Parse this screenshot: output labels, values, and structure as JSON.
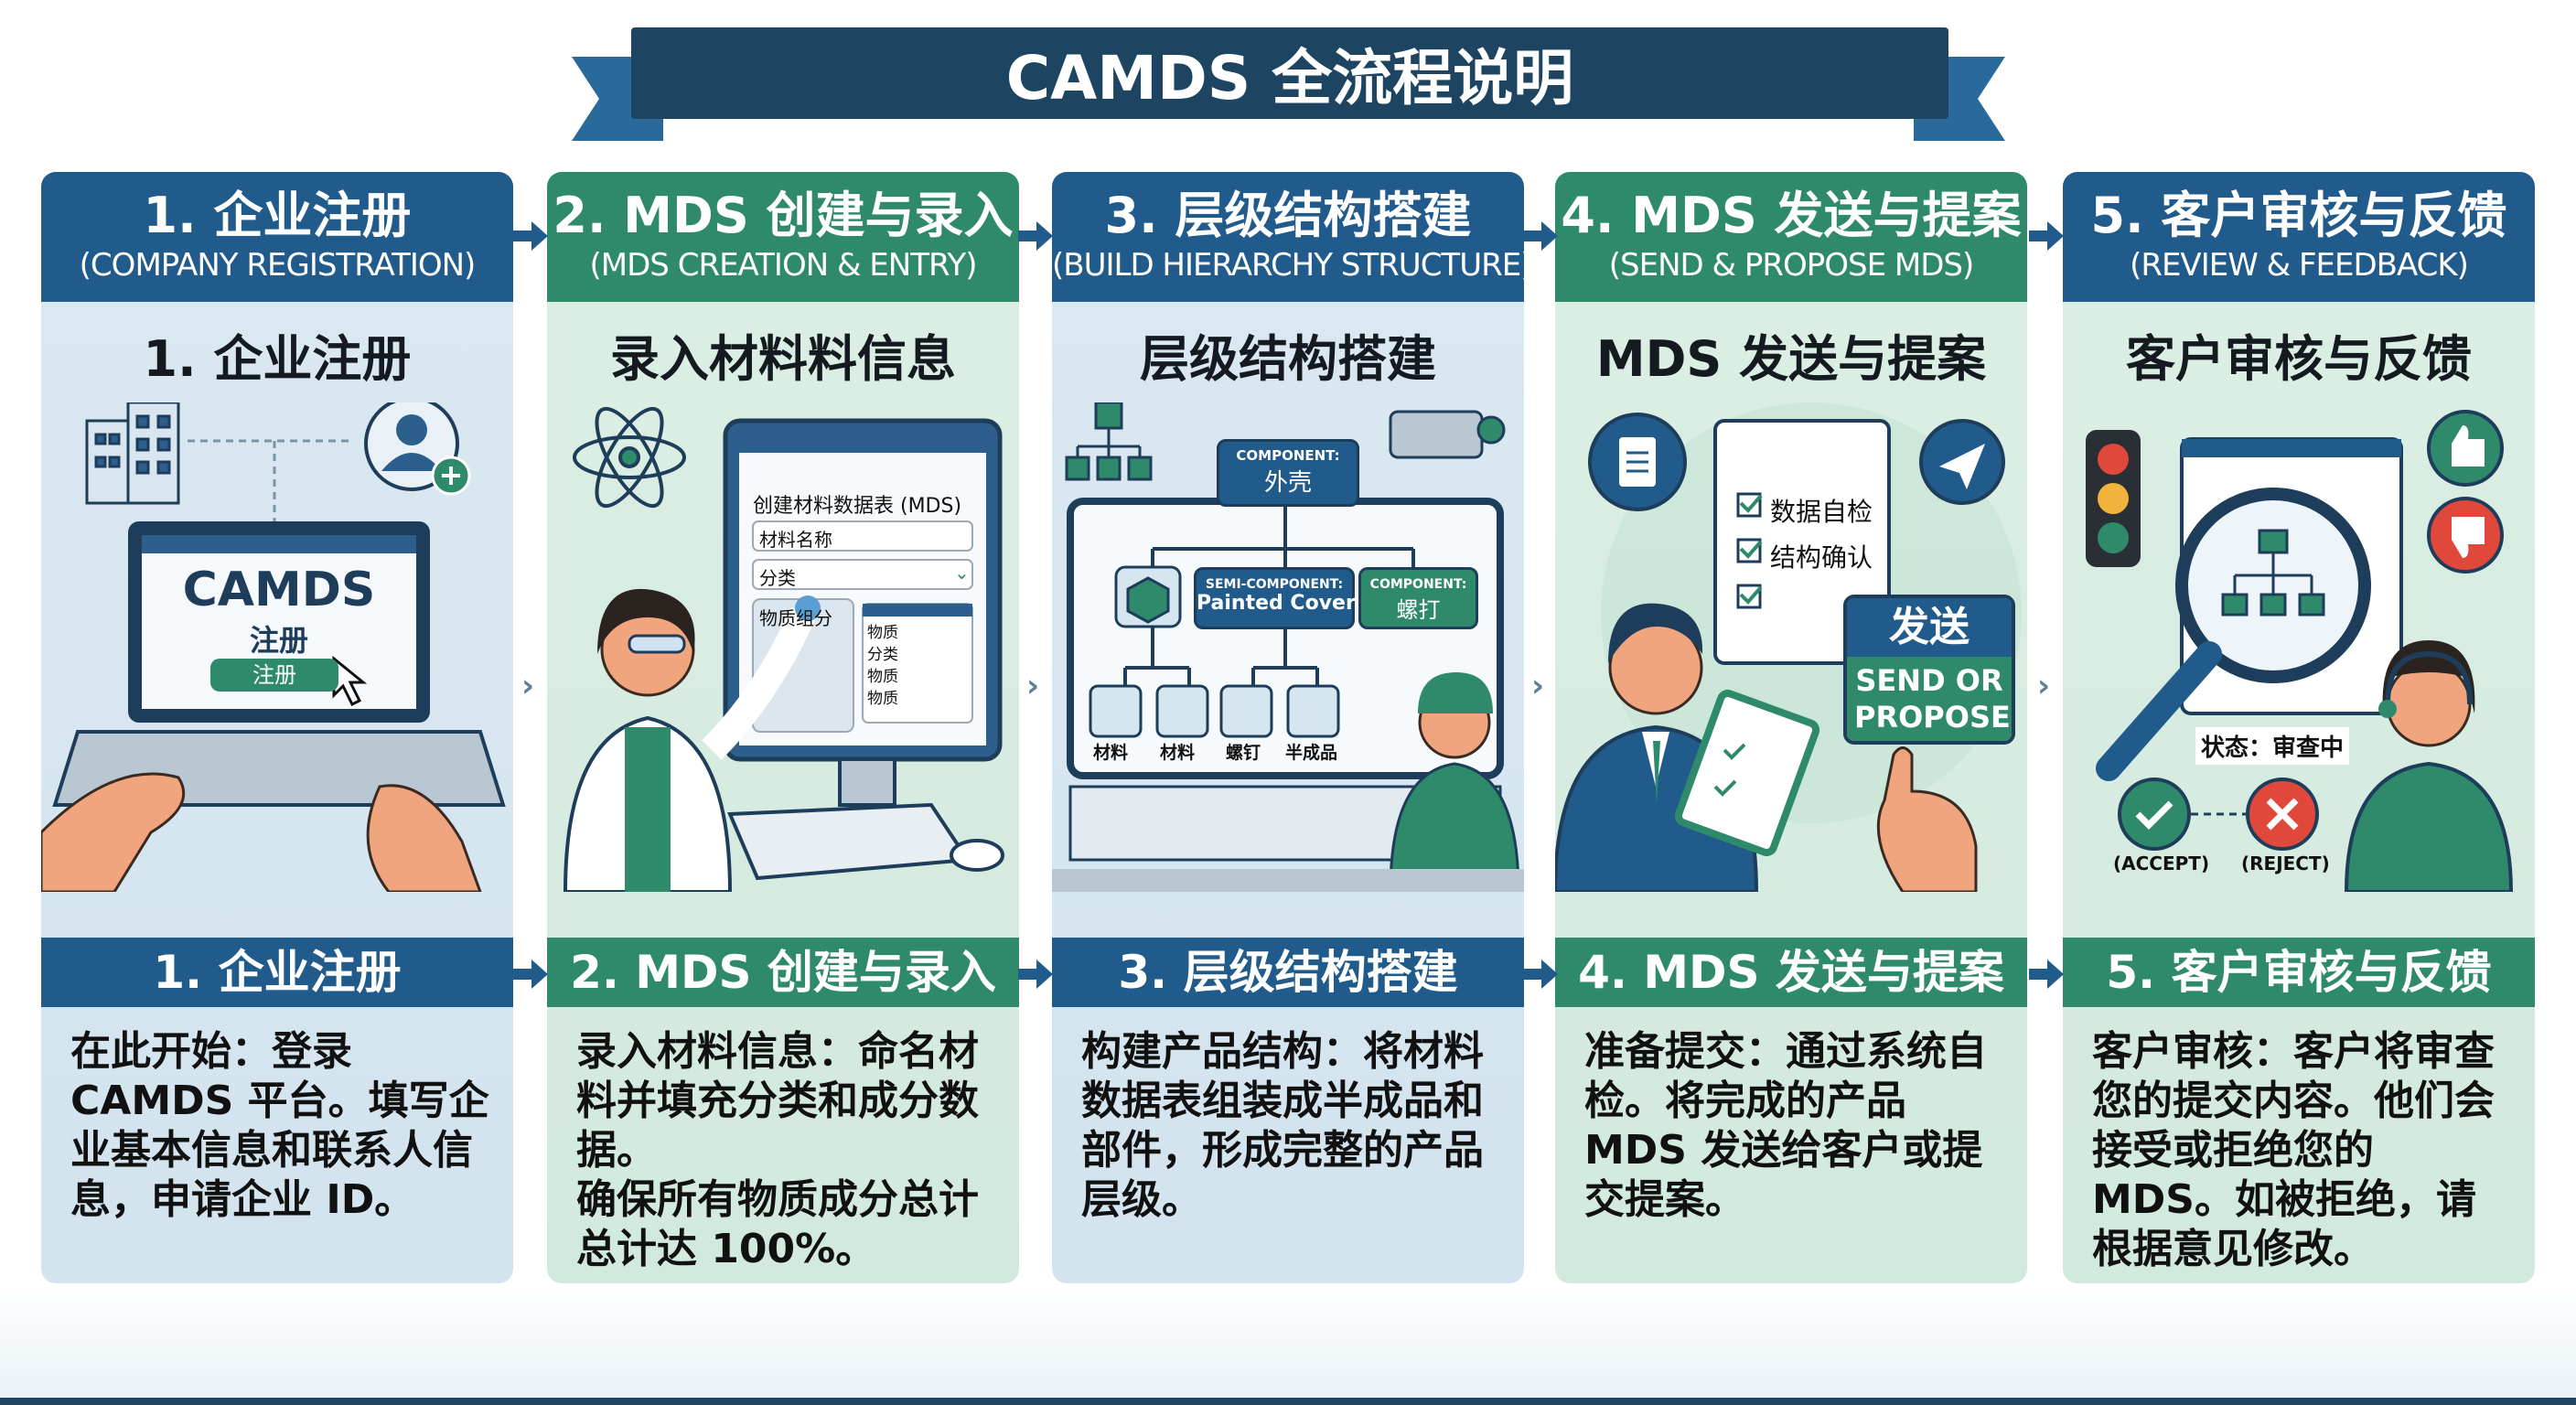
{
  "title": "CAMDS 全流程说明",
  "colors": {
    "navy": "#1d4461",
    "blue": "#215b8b",
    "green": "#2f8a6b",
    "light_blue": "#d6e6f0",
    "light_green": "#d8ede2"
  },
  "steps": [
    {
      "title": "1. 企业注册",
      "subtitle_en": "(COMPANY REGISTRATION)",
      "heading": "1. 企业注册",
      "bar": "1. 企业注册",
      "text": "在此开始：登录 CAMDS 平台。填写企业基本信息和联系人信息，申请企业 ID。",
      "illus": {
        "screen_title": "CAMDS",
        "screen_sub": "注册",
        "button": "注册",
        "icons": [
          "building-icon",
          "add-user-icon",
          "laptop-icon",
          "cursor-icon"
        ]
      }
    },
    {
      "title": "2. MDS 创建与录入",
      "subtitle_en": "(MDS CREATION & ENTRY)",
      "heading": "录入材料料信息",
      "bar": "2. MDS 创建与录入",
      "text": "录入材料信息：命名材料并填充分类和成分数据。\n确保所有物质成分总计总计达 100%。",
      "illus": {
        "form_title": "创建材料数据表 (MDS)",
        "field_name": "材料名称",
        "field_category": "分类",
        "field_substance": "物质组分",
        "list": [
          "物质",
          "分类",
          "物质",
          "物质"
        ],
        "icons": [
          "atom-icon",
          "monitor-icon",
          "scientist-icon"
        ]
      }
    },
    {
      "title": "3. 层级结构搭建",
      "subtitle_en": "(BUILD HIERARCHY STRUCTURE)",
      "heading": "层级结构搭建",
      "bar": "3. 层级结构搭建",
      "text": "构建产品结构：将材料数据表组装成半成品和部件，形成完整的产品层级。",
      "illus": {
        "root_type": "COMPONENT:",
        "root_name": "外壳",
        "semi_type": "SEMI-COMPONENT:",
        "semi_name": "Painted Cover",
        "comp_type": "COMPONENT:",
        "comp_name": "螺打",
        "leaves": [
          "材料",
          "材料",
          "螺钉",
          "半成品"
        ],
        "icons": [
          "hierarchy-icon",
          "robot-arm-icon",
          "worker-icon"
        ]
      }
    },
    {
      "title": "4. MDS 发送与提案",
      "subtitle_en": "(SEND & PROPOSE MDS)",
      "heading": "MDS 发送与提案",
      "bar": "4. MDS 发送与提案",
      "text": "准备提交：通过系统自检。将完成的产品 MDS 发送给客户或提交提案。",
      "illus": {
        "checks": [
          "数据自检",
          "结构确认"
        ],
        "send_cn": "发送",
        "send_en": "SEND OR PROPOSE",
        "icons": [
          "document-icon",
          "paper-plane-icon",
          "clipboard-icon",
          "businessman-icon"
        ]
      }
    },
    {
      "title": "5. 客户审核与反馈",
      "subtitle_en": "(REVIEW & FEEDBACK)",
      "heading": "客户审核与反馈",
      "bar": "5. 客户审核与反馈",
      "text": "客户审核：客户将审查您的提交内容。他们会接受或拒绝您的 MDS。如被拒绝，请根据意见修改。",
      "illus": {
        "status": "状态：审查中",
        "accept": "(ACCEPT)",
        "reject": "(REJECT)",
        "icons": [
          "traffic-light-icon",
          "magnifier-icon",
          "thumbs-up-icon",
          "thumbs-down-icon",
          "check-icon",
          "cross-icon",
          "agent-icon"
        ]
      }
    }
  ]
}
